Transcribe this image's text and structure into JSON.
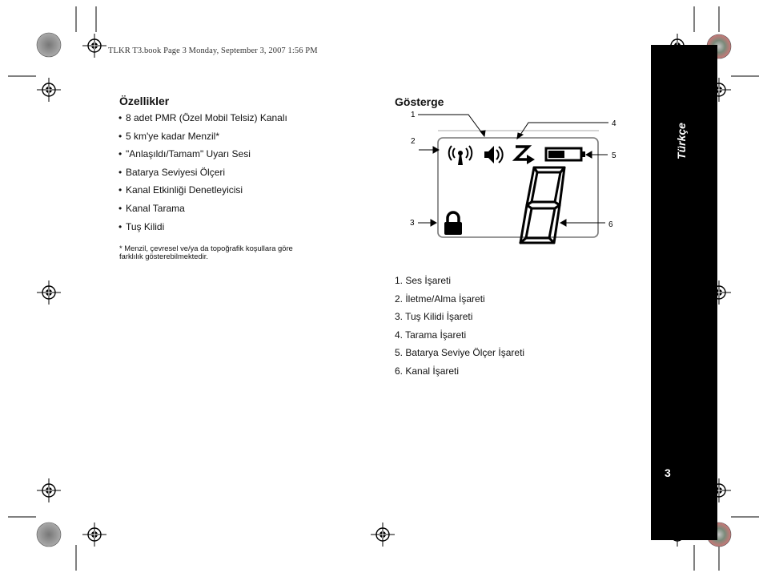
{
  "header": {
    "text": "TLKR  T3.book  Page 3  Monday, September 3, 2007  1:56 PM"
  },
  "features": {
    "title": "Özellikler",
    "items": [
      "8 adet PMR (Özel Mobil Telsiz) Kanalı",
      "5 km'ye kadar Menzil*",
      "\"Anlaşıldı/Tamam\" Uyarı Sesi",
      "Batarya Seviyesi Ölçeri",
      "Kanal Etkinliği Denetleyicisi",
      "Kanal Tarama",
      "Tuş Kilidi"
    ],
    "footnote_line1": "* Menzil, çevresel ve/ya da topoğrafik koşullara göre",
    "footnote_line2": "farklılık gösterebilmektedir."
  },
  "display": {
    "title": "Gösterge",
    "callouts": [
      "1",
      "2",
      "3",
      "4",
      "5",
      "6"
    ],
    "channel_digit": "8",
    "legend": [
      "1. Ses İşareti",
      "2. İletme/Alma İşareti",
      "3. Tuş Kilidi İşareti",
      "4. Tarama İşareti",
      "5. Batarya Seviye Ölçer İşareti",
      "6. Kanal İşareti"
    ]
  },
  "sidebar": {
    "language": "Türkçe",
    "page_number": "3",
    "color": "#000000"
  }
}
